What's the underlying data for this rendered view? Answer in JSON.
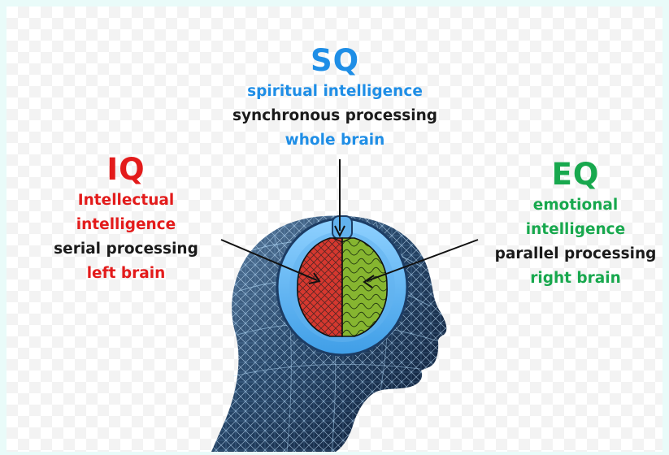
{
  "sq": {
    "title": "SQ",
    "line1": "spiritual intelligence",
    "line2": "synchronous processing",
    "line3": "whole brain",
    "color": "#1f8ee6"
  },
  "iq": {
    "title": "IQ",
    "line1": "Intellectual",
    "line2": "intelligence",
    "line3": "serial processing",
    "line4": "left brain",
    "color": "#e31b1b"
  },
  "eq": {
    "title": "EQ",
    "line1": "emotional",
    "line2": "intelligence",
    "line3": "parallel processing",
    "line4": "right brain",
    "color": "#18a84e"
  },
  "head": {
    "icon": "wireframe-head-icon",
    "brain_left_icon": "left-brain-crosshatch-icon",
    "brain_right_icon": "right-brain-wave-icon",
    "left_brain_color": "#d6382f",
    "right_brain_color": "#86b530",
    "ring_color": "#63b4ee"
  }
}
